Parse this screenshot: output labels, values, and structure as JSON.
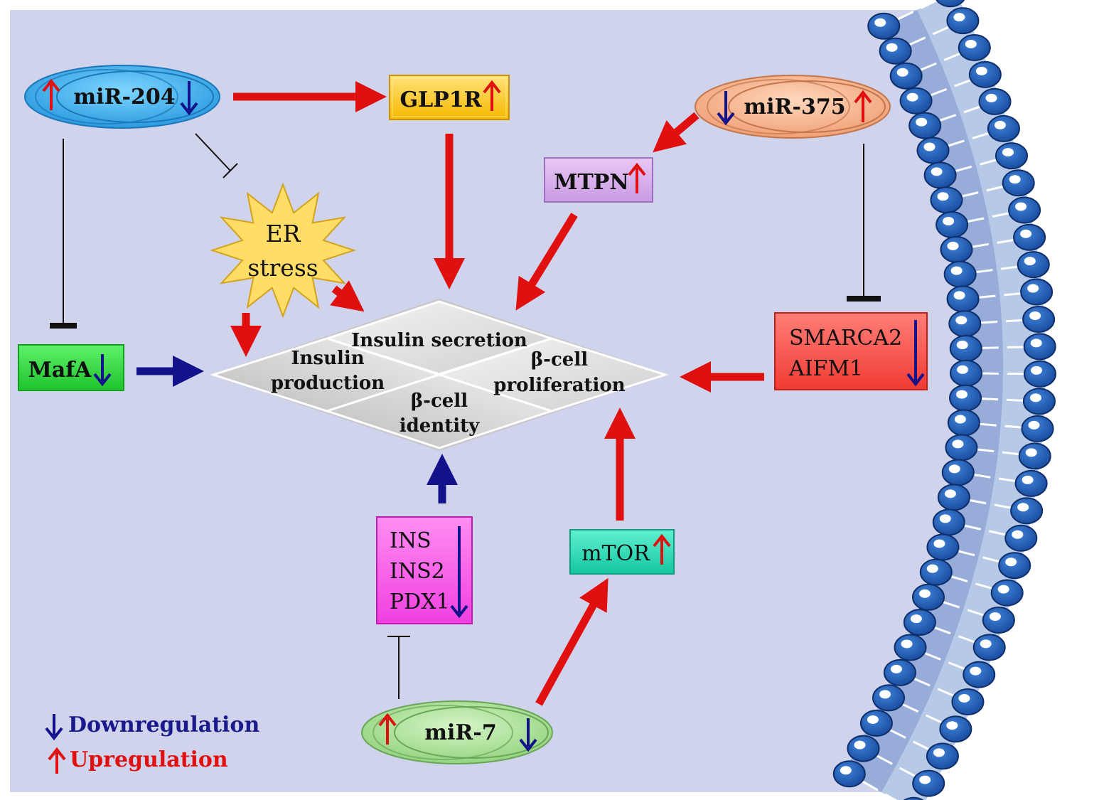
{
  "nodes": {
    "mir204": "miR-204",
    "mir375": "miR-375",
    "mir7": "miR-7",
    "glp1r": "GLP1R",
    "mtpn": "MTPN",
    "mafa": "MafA",
    "er_stress_line1": "ER",
    "er_stress_line2": "stress",
    "smarca2": "SMARCA2",
    "aifm1": "AIFM1",
    "ins": "INS",
    "ins2": "INS2",
    "pdx1": "PDX1",
    "mtor": "mTOR"
  },
  "center": {
    "insulin_secretion": "Insulin secretion",
    "insulin_production_1": "Insulin",
    "insulin_production_2": "production",
    "beta_proliferation_1": "β-cell",
    "beta_proliferation_2": "proliferation",
    "beta_identity_1": "β-cell",
    "beta_identity_2": "identity"
  },
  "legend": {
    "down": "Downregulation",
    "up": "Upregulation"
  },
  "colors": {
    "up_arrow": "#e01010",
    "down_arrow": "#12128a",
    "background": "#cfd3ec",
    "membrane": "#2f63b8"
  }
}
